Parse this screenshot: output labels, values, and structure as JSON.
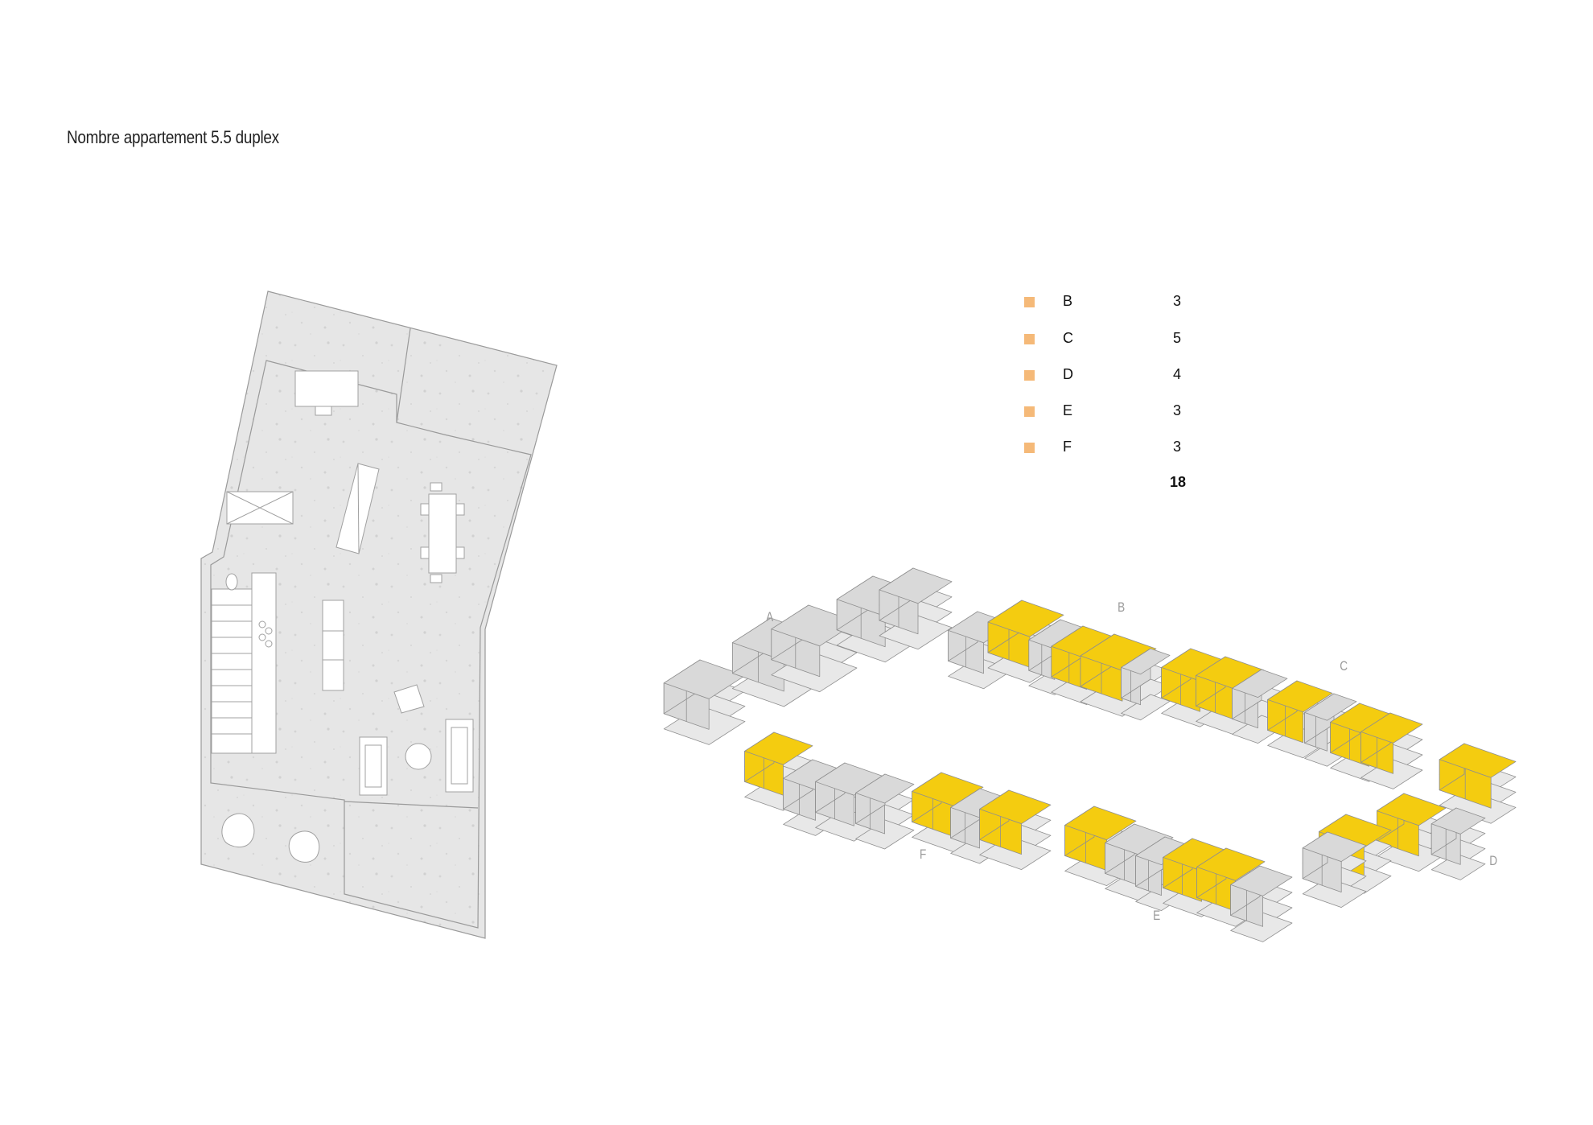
{
  "title": "Nombre appartement 5.5 duplex",
  "legend": {
    "items": [
      {
        "label": "B",
        "count": "3"
      },
      {
        "label": "C",
        "count": "5"
      },
      {
        "label": "D",
        "count": "4"
      },
      {
        "label": "E",
        "count": "3"
      },
      {
        "label": "F",
        "count": "3"
      }
    ],
    "total": "18",
    "swatch_color": "#f5b978"
  },
  "buildings": {
    "a": "A",
    "b": "B",
    "c": "C",
    "d": "D",
    "e": "E",
    "f": "F"
  },
  "colors": {
    "highlight": "#f4cc10",
    "block": "#d9d9d9",
    "block_edge": "#8f8f8f",
    "floor_fill": "#e8e8e8"
  }
}
